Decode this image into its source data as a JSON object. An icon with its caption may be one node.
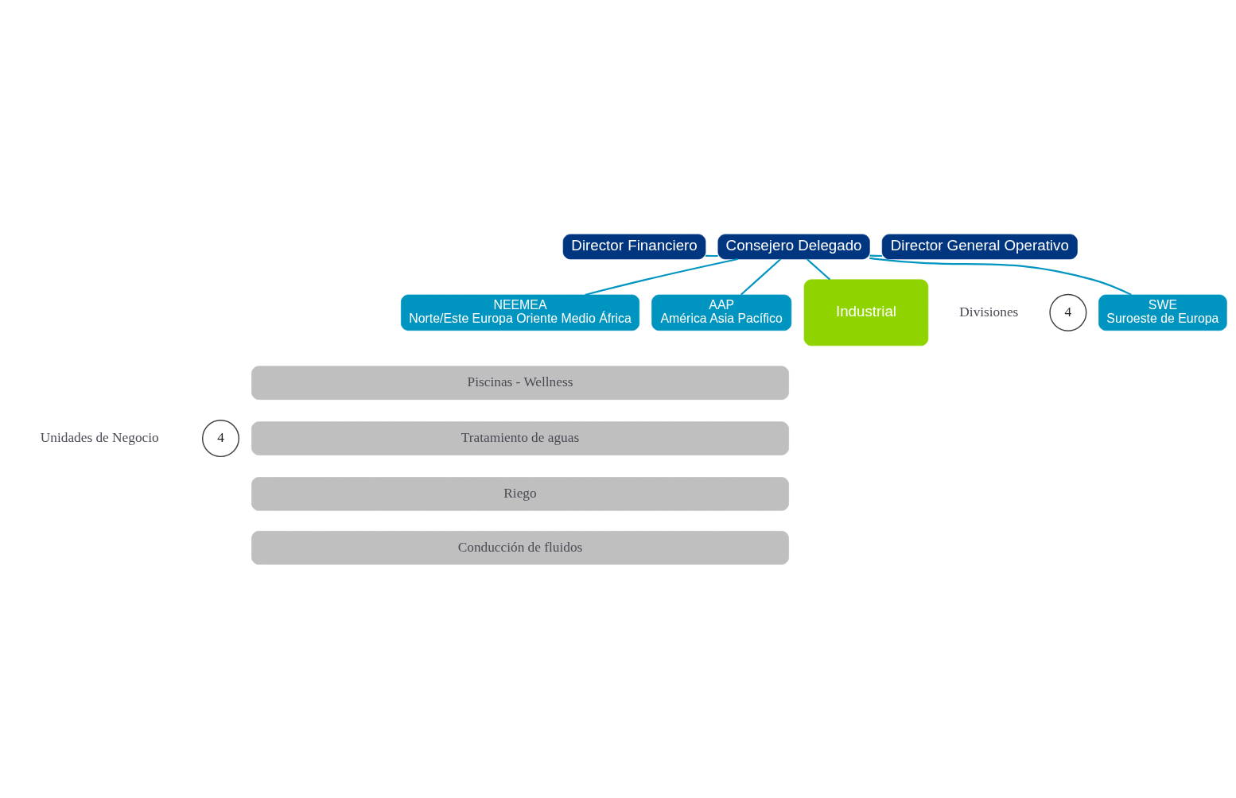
{
  "diagram": {
    "nodes": [
      {
        "text": [
          "Consejero Delegado"
        ]
      },
      {
        "text": [
          "Director Financiero"
        ]
      },
      {
        "text": [
          "Director General Operativo"
        ]
      },
      {
        "text": [
          "SWE",
          "Suroeste de Europa"
        ]
      },
      {
        "text": [
          "NEEMEA",
          "Norte/Este Europa Oriente Medio África"
        ]
      },
      {
        "text": [
          "AAP",
          "América Asia Pacífico"
        ]
      },
      {
        "text": [
          "Industrial"
        ]
      },
      {
        "text": [
          "4"
        ]
      },
      {
        "text": [
          "Piscinas - Wellness"
        ]
      },
      {
        "text": [
          "Tratamiento de aguas"
        ]
      },
      {
        "text": [
          "Riego"
        ]
      },
      {
        "text": [
          "Conducción de fluidos"
        ]
      },
      {
        "text": [
          "4"
        ]
      }
    ],
    "edges": [
      {
        "from": 0,
        "to": 1,
        "arrow": "none"
      },
      {
        "from": 0,
        "to": 2,
        "arrow": "none"
      },
      {
        "from": 0,
        "to": 3,
        "arrow": "none"
      },
      {
        "from": 0,
        "to": 4,
        "arrow": "none"
      },
      {
        "from": 0,
        "to": 5,
        "arrow": "none"
      },
      {
        "from": 0,
        "to": 6,
        "arrow": "none"
      }
    ],
    "labels": [
      "Divisiones",
      "Unidades de Negocio"
    ]
  }
}
